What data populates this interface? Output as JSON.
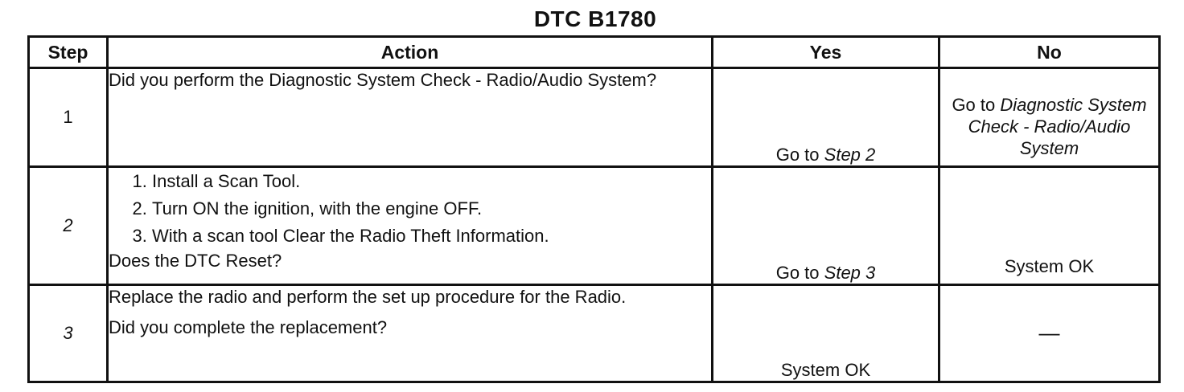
{
  "title": "DTC B1780",
  "table": {
    "headers": {
      "step": "Step",
      "action": "Action",
      "yes": "Yes",
      "no": "No"
    },
    "rows": [
      {
        "step": "1",
        "action": "Did you perform the Diagnostic System Check - Radio/Audio System?",
        "yes_prefix": "Go to",
        "yes_ref": "Step 2",
        "no_prefix": "Go to",
        "no_ref": "Diagnostic System Check - Radio/Audio System"
      },
      {
        "step": "2",
        "items": [
          "Install a Scan Tool.",
          "Turn ON the ignition, with the engine OFF.",
          "With a scan tool Clear the Radio Theft Information."
        ],
        "question": "Does the DTC Reset?",
        "yes_prefix": "Go to",
        "yes_ref": "Step 3",
        "no": "System OK"
      },
      {
        "step": "3",
        "action": "Replace the radio and perform the set up procedure for the Radio.",
        "question": "Did you complete the replacement?",
        "yes": "System OK",
        "no": "—"
      }
    ]
  }
}
